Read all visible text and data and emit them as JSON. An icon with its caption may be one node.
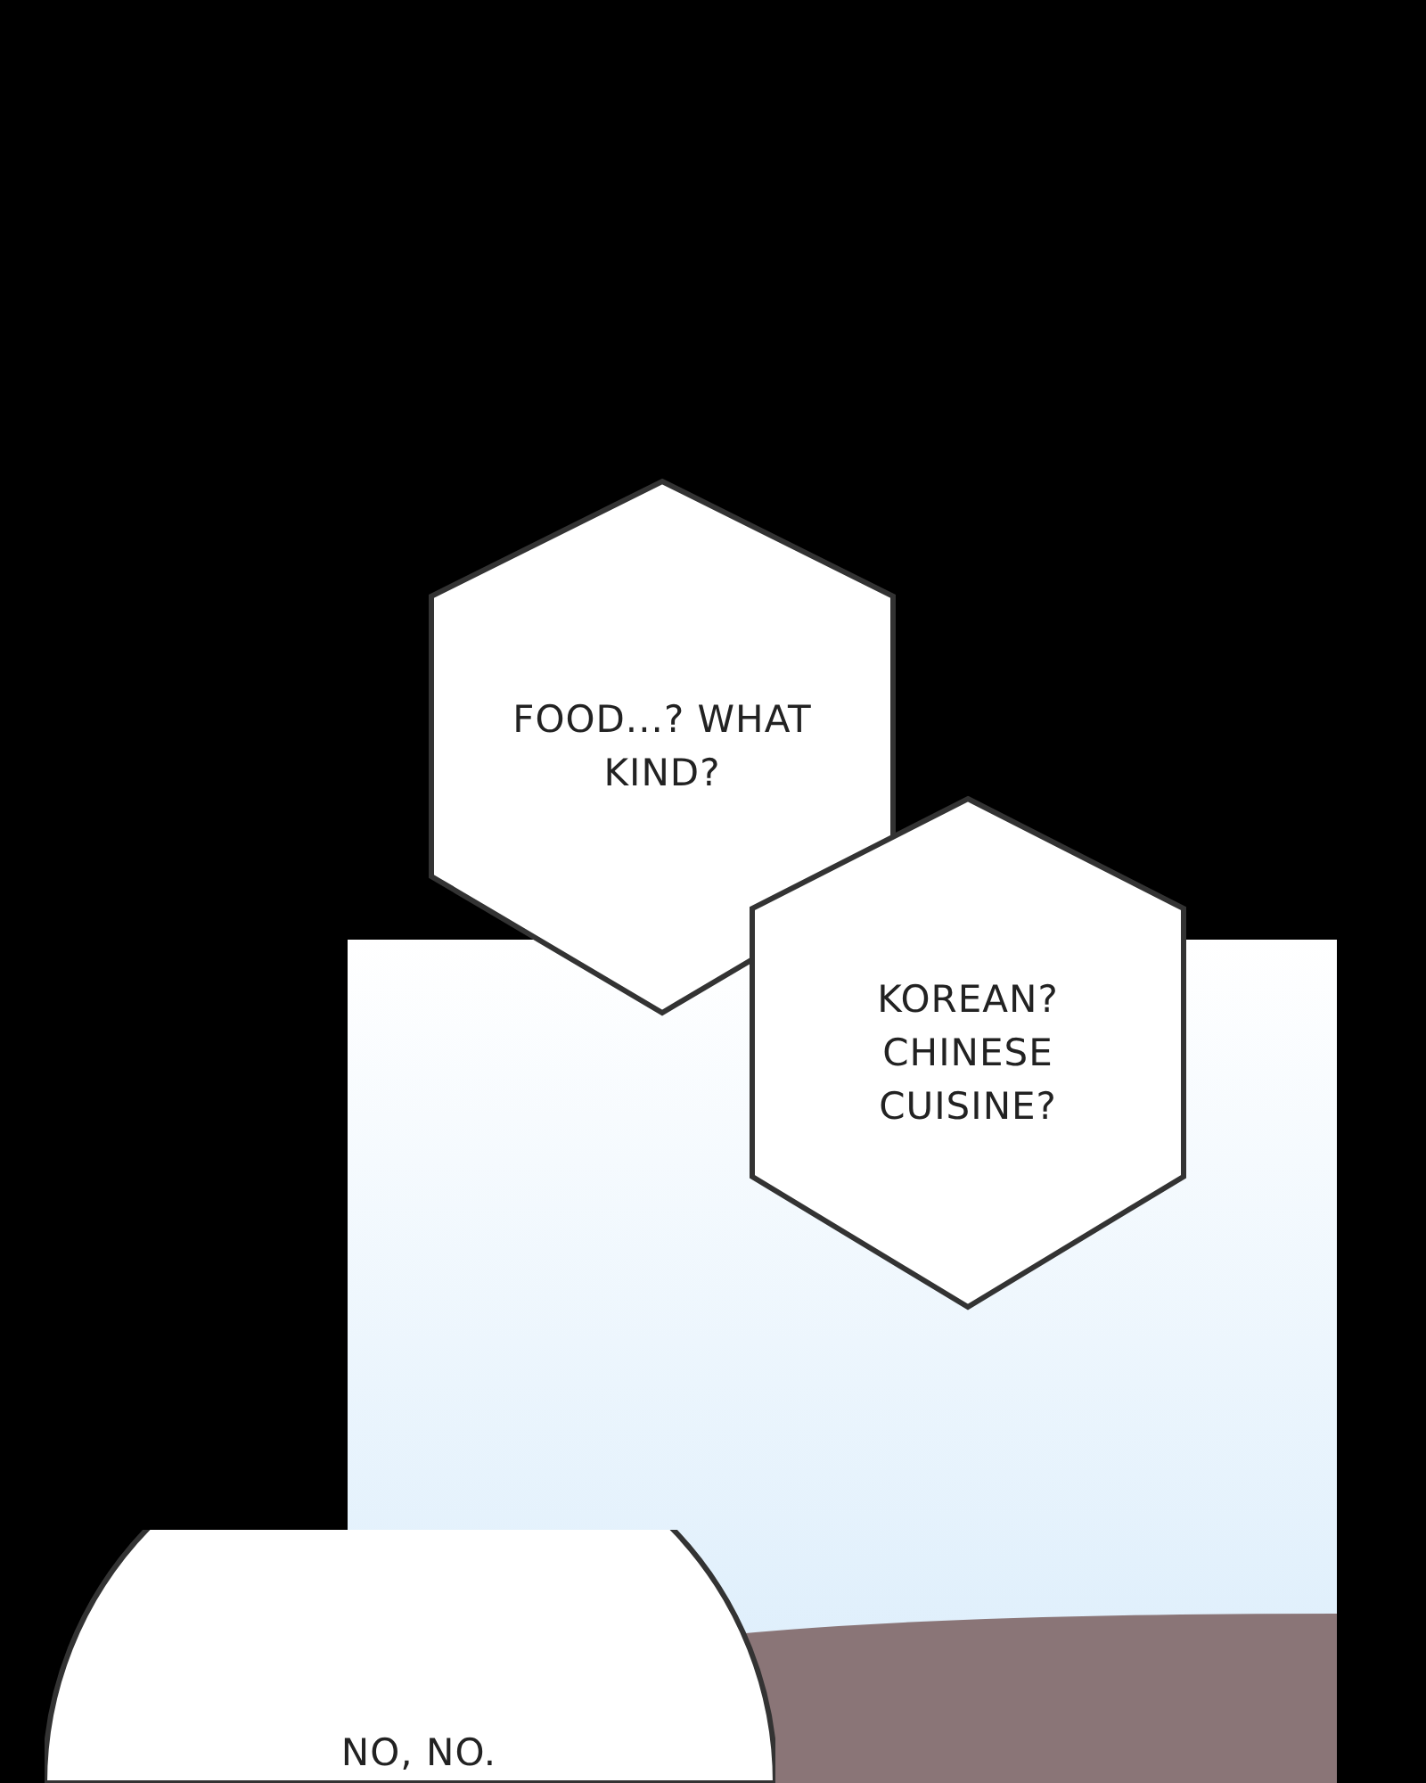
{
  "diagram": {
    "nodes": [
      {
        "text": [
          "FOOD...? WHAT KIND?"
        ]
      },
      {
        "text": [
          "KOREAN? CHINESE CUISINE?"
        ]
      },
      {
        "text": [
          "NO, NO."
        ]
      }
    ]
  }
}
